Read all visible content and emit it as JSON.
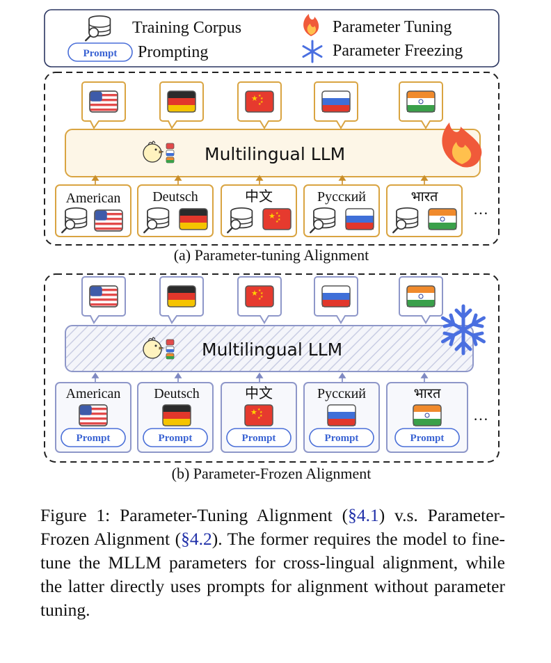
{
  "legend": {
    "training_corpus": "Training Corpus",
    "prompt_badge": "Prompt",
    "prompting": "Prompting",
    "parameter_tuning": "Parameter Tuning",
    "parameter_freezing": "Parameter Freezing"
  },
  "panel_a": {
    "llm_label": "Multilingual LLM",
    "languages": [
      "American",
      "Deutsch",
      "中文",
      "Русский",
      "भारत"
    ],
    "ellipsis": "…",
    "caption": "(a) Parameter-tuning Alignment"
  },
  "panel_b": {
    "llm_label": "Multilingual LLM",
    "languages": [
      "American",
      "Deutsch",
      "中文",
      "Русский",
      "भारत"
    ],
    "prompt_label": "Prompt",
    "ellipsis": "…",
    "caption": "(b) Parameter-Frozen Alignment"
  },
  "flags": [
    "us-flag-icon",
    "germany-flag-icon",
    "china-flag-icon",
    "russia-flag-icon",
    "india-flag-icon"
  ],
  "colors": {
    "tuning_orange": "#d9a441",
    "tuning_fill": "#fdf6e7",
    "frozen_blue": "#8e97c9",
    "prompt_blue": "#4a6fd8",
    "snow_blue": "#4a6fe0",
    "fire_red": "#f05a3a"
  },
  "figure_caption": {
    "prefix": "Figure 1:  Parameter-Tuning Alignment (",
    "ref1": "§4.1",
    "mid": ") v.s. Parameter-Frozen Alignment (",
    "ref2": "§4.2",
    "suffix": ").  The former requires the model to fine-tune the MLLM parameters for cross-lingual alignment, while the latter directly uses prompts for alignment without parameter tuning."
  }
}
